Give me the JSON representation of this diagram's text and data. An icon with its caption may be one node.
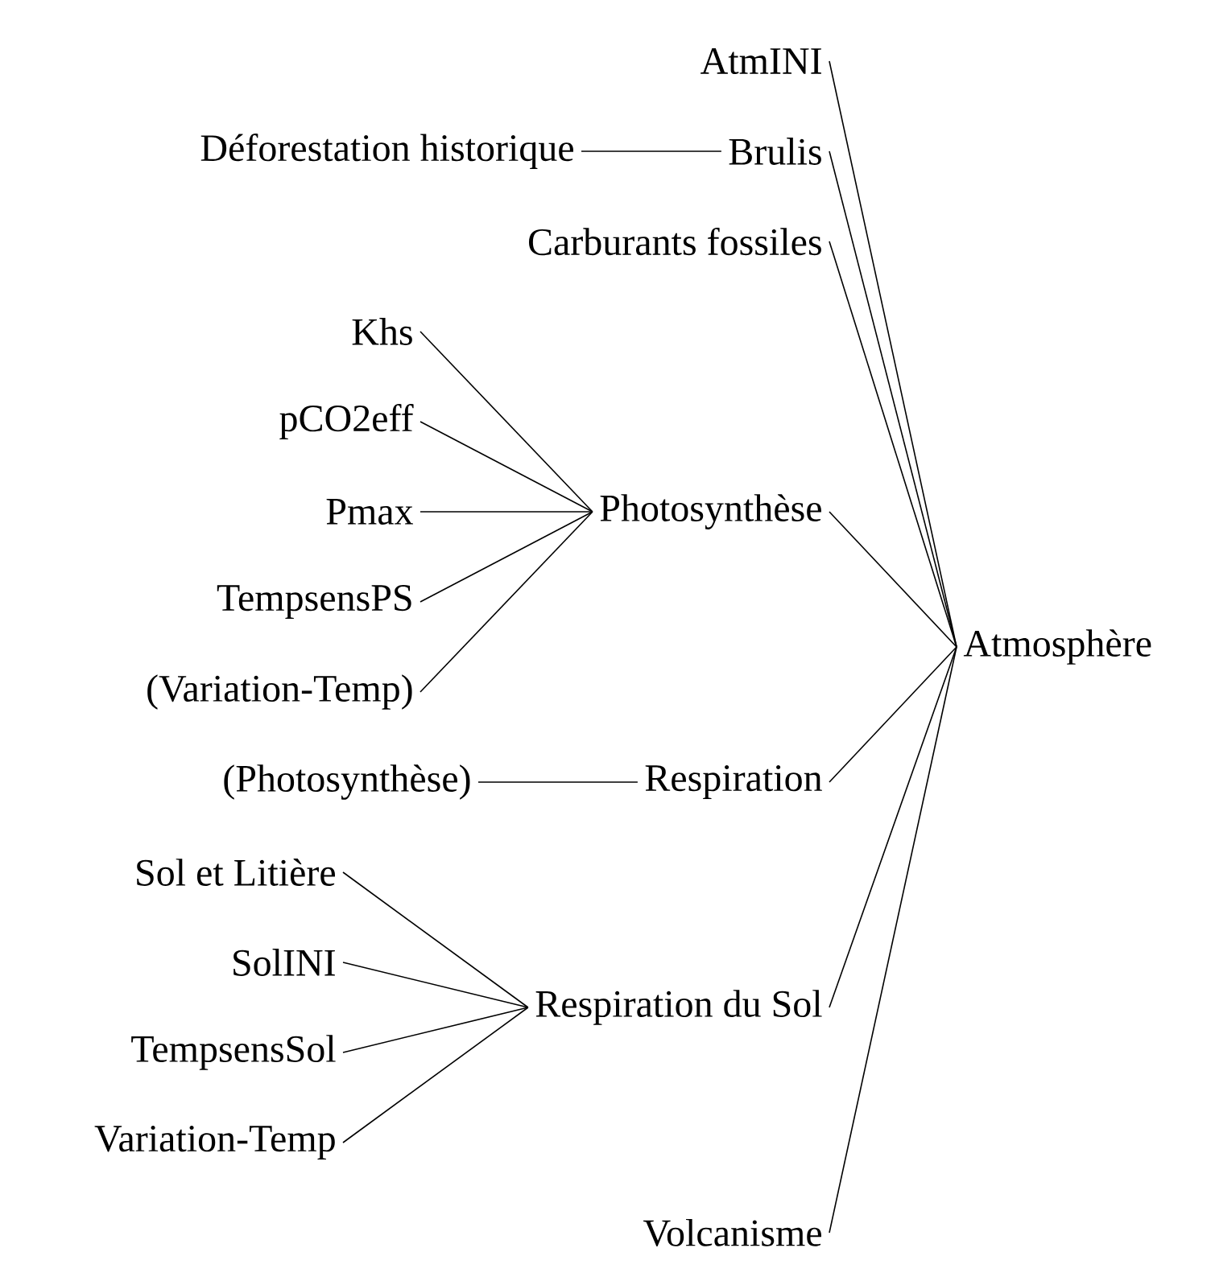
{
  "diagram": {
    "nodes": [
      {
        "text": [
          "AtmINI"
        ]
      },
      {
        "text": [
          "Déforestation historique"
        ]
      },
      {
        "text": [
          "Brulis"
        ]
      },
      {
        "text": [
          "Carburants fossiles"
        ]
      },
      {
        "text": [
          "Khs"
        ]
      },
      {
        "text": [
          "pCO2eff"
        ]
      },
      {
        "text": [
          "Pmax"
        ]
      },
      {
        "text": [
          "Photosynthèse"
        ]
      },
      {
        "text": [
          "TempsensPS"
        ]
      },
      {
        "text": [
          "Atmosphère"
        ]
      },
      {
        "text": [
          "(Variation-Temp)"
        ]
      },
      {
        "text": [
          "(Photosynthèse)"
        ]
      },
      {
        "text": [
          "Respiration"
        ]
      },
      {
        "text": [
          "Sol et Litière"
        ]
      },
      {
        "text": [
          "SolINI"
        ]
      },
      {
        "text": [
          "Respiration du Sol"
        ]
      },
      {
        "text": [
          "TempsensSol"
        ]
      },
      {
        "text": [
          "Variation-Temp"
        ]
      },
      {
        "text": [
          "Volcanisme"
        ]
      }
    ],
    "edges": [
      {
        "from": 0,
        "to": 9,
        "arrow": "none"
      },
      {
        "from": 1,
        "to": 2,
        "arrow": "none"
      },
      {
        "from": 2,
        "to": 9,
        "arrow": "none"
      },
      {
        "from": 3,
        "to": 9,
        "arrow": "none"
      },
      {
        "from": 4,
        "to": 7,
        "arrow": "none"
      },
      {
        "from": 5,
        "to": 7,
        "arrow": "none"
      },
      {
        "from": 6,
        "to": 7,
        "arrow": "none"
      },
      {
        "from": 8,
        "to": 7,
        "arrow": "none"
      },
      {
        "from": 10,
        "to": 7,
        "arrow": "none"
      },
      {
        "from": 7,
        "to": 9,
        "arrow": "none"
      },
      {
        "from": 11,
        "to": 12,
        "arrow": "none"
      },
      {
        "from": 12,
        "to": 9,
        "arrow": "none"
      },
      {
        "from": 13,
        "to": 15,
        "arrow": "none"
      },
      {
        "from": 14,
        "to": 15,
        "arrow": "none"
      },
      {
        "from": 16,
        "to": 15,
        "arrow": "none"
      },
      {
        "from": 17,
        "to": 15,
        "arrow": "none"
      },
      {
        "from": 15,
        "to": 9,
        "arrow": "none"
      },
      {
        "from": 18,
        "to": 9,
        "arrow": "none"
      }
    ]
  }
}
